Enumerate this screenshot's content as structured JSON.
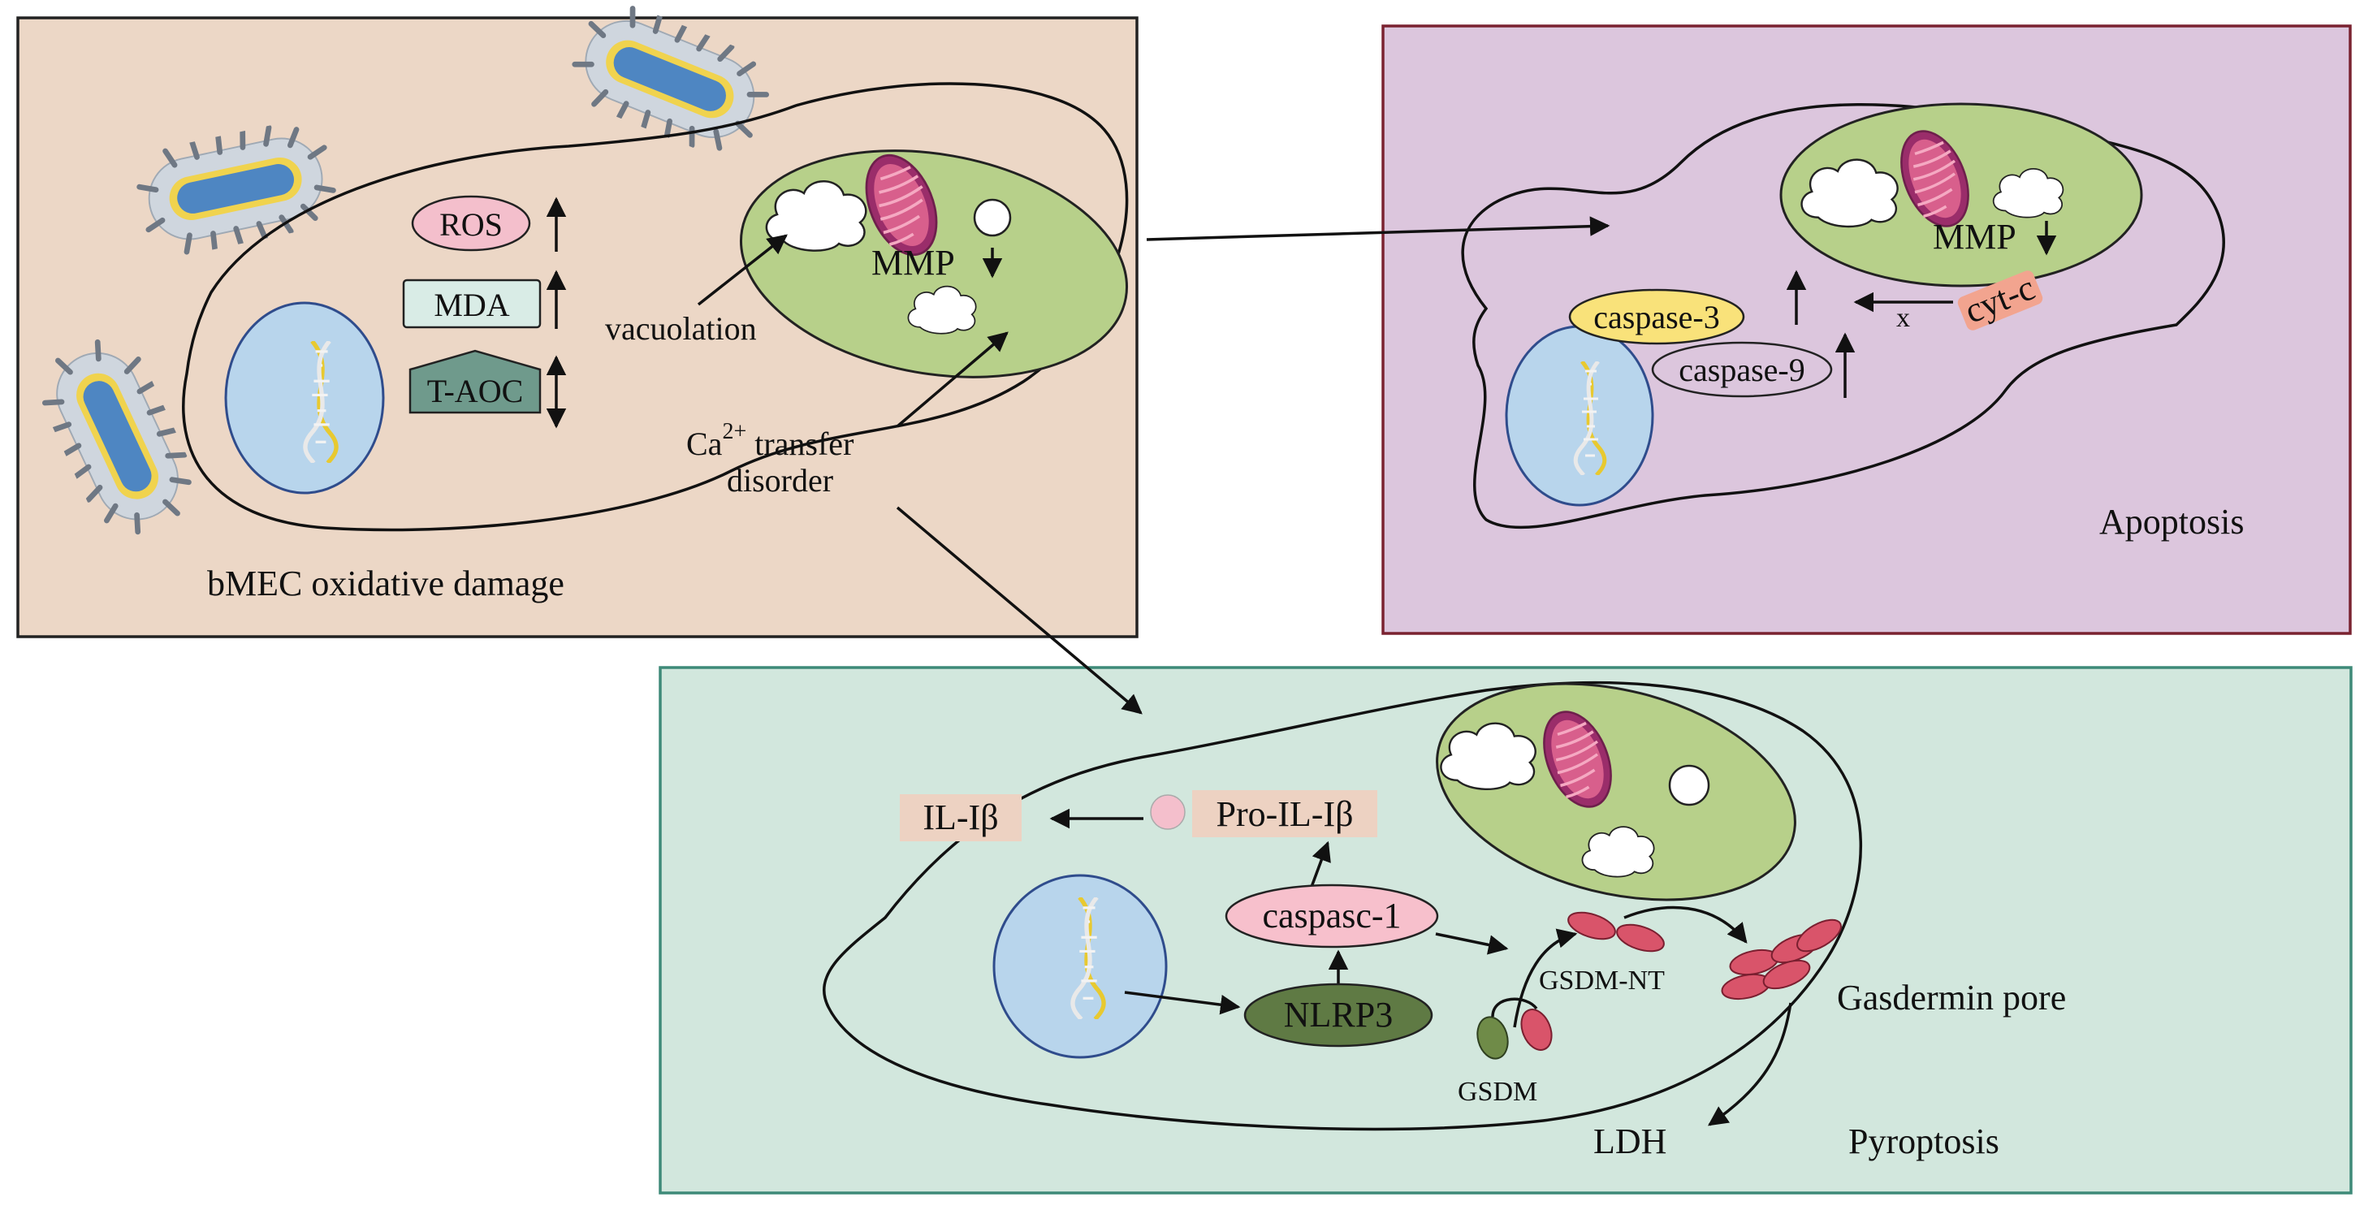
{
  "panel1": {
    "caption": "bMEC oxidative damage",
    "markers": [
      "ROS",
      "MDA",
      "T-AOC"
    ],
    "mmp": "MMP",
    "vacuolation": "vacuolation",
    "ca_line1": "Ca",
    "ca_sup": "2+",
    "ca_transfer": " transfer",
    "ca_line2": "disorder"
  },
  "panel2": {
    "caption": "Apoptosis",
    "mmp": "MMP",
    "caspase3": "caspase-3",
    "caspase9": "caspase-9",
    "cytc": "cyt-c",
    "x": "x"
  },
  "panel3": {
    "caption": "Pyroptosis",
    "il1b": "IL-Iβ",
    "proil1b": "Pro-IL-Iβ",
    "caspase1": "caspasc-1",
    "nlrp3": "NLRP3",
    "gsdmnt": "GSDM-NT",
    "gsdm": "GSDM",
    "pore": "Gasdermin pore",
    "ldh": "LDH"
  },
  "colors": {
    "panel1_bg": "#ecd7c6",
    "panel2_bg": "#dcc6dd",
    "panel3_bg": "#d2e7dd",
    "organelle": "#b7d08a",
    "nucleus": "#b8d5ec",
    "ros": "#f4bfcc",
    "mda": "#d9ece6",
    "taoc": "#6f9a8c",
    "caspase3": "#f9e27a",
    "caspase1": "#f7c0cc",
    "nlrp3": "#5f7a44",
    "gsdm": "#d9546a",
    "gsdm_dark": "#6f8b48"
  }
}
